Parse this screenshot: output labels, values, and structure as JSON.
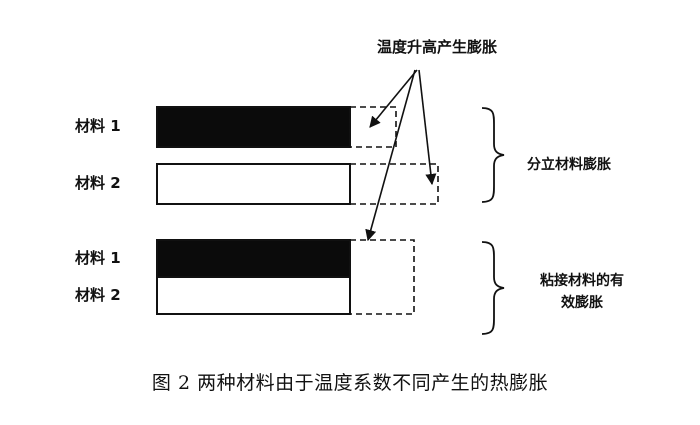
{
  "annotation": "温度升高产生膨胀",
  "group_top": {
    "material_1": "材料 1",
    "material_2": "材料 2",
    "label": "分立材料膨胀"
  },
  "group_bottom": {
    "material_1": "材料 1",
    "material_2": "材料 2",
    "label_line1": "粘接材料的有",
    "label_line2": "效膨胀"
  },
  "caption": "图 2 两种材料由于温度系数不同产生的热膨胀",
  "colors": {
    "fill_dark": "#0b0b0b",
    "outline": "#111111",
    "background": "#ffffff"
  }
}
